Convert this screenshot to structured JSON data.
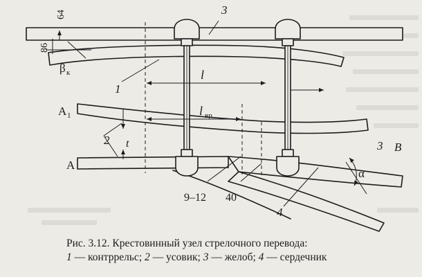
{
  "figure": {
    "labels": {
      "dim_64": "64",
      "dim_86": "86",
      "beta": "β",
      "beta_sub": "к",
      "num_1": "1",
      "num_2": "2",
      "num_3_top": "3",
      "num_3_right": "3",
      "num_4": "4",
      "A1": "A",
      "A1_sub": "1",
      "A": "A",
      "B": "B",
      "alpha": "α",
      "l": "l",
      "l_vr": "l",
      "l_vr_sub": "вр",
      "t": "t",
      "dim_9_12": "9–12",
      "dim_40": "40"
    }
  },
  "caption": {
    "line1": "Рис. 3.12. Крестовинный узел стрелочного перевода:",
    "line2": [
      {
        "num": "1",
        "text": " — контррельс; "
      },
      {
        "num": "2",
        "text": " — усовик; "
      },
      {
        "num": "3",
        "text": " — желоб; "
      },
      {
        "num": "4",
        "text": " — сердечник"
      }
    ]
  },
  "colors": {
    "ink": "#1c1c1c",
    "paper": "#ecebe6",
    "bleed": "#cfcdc6"
  }
}
